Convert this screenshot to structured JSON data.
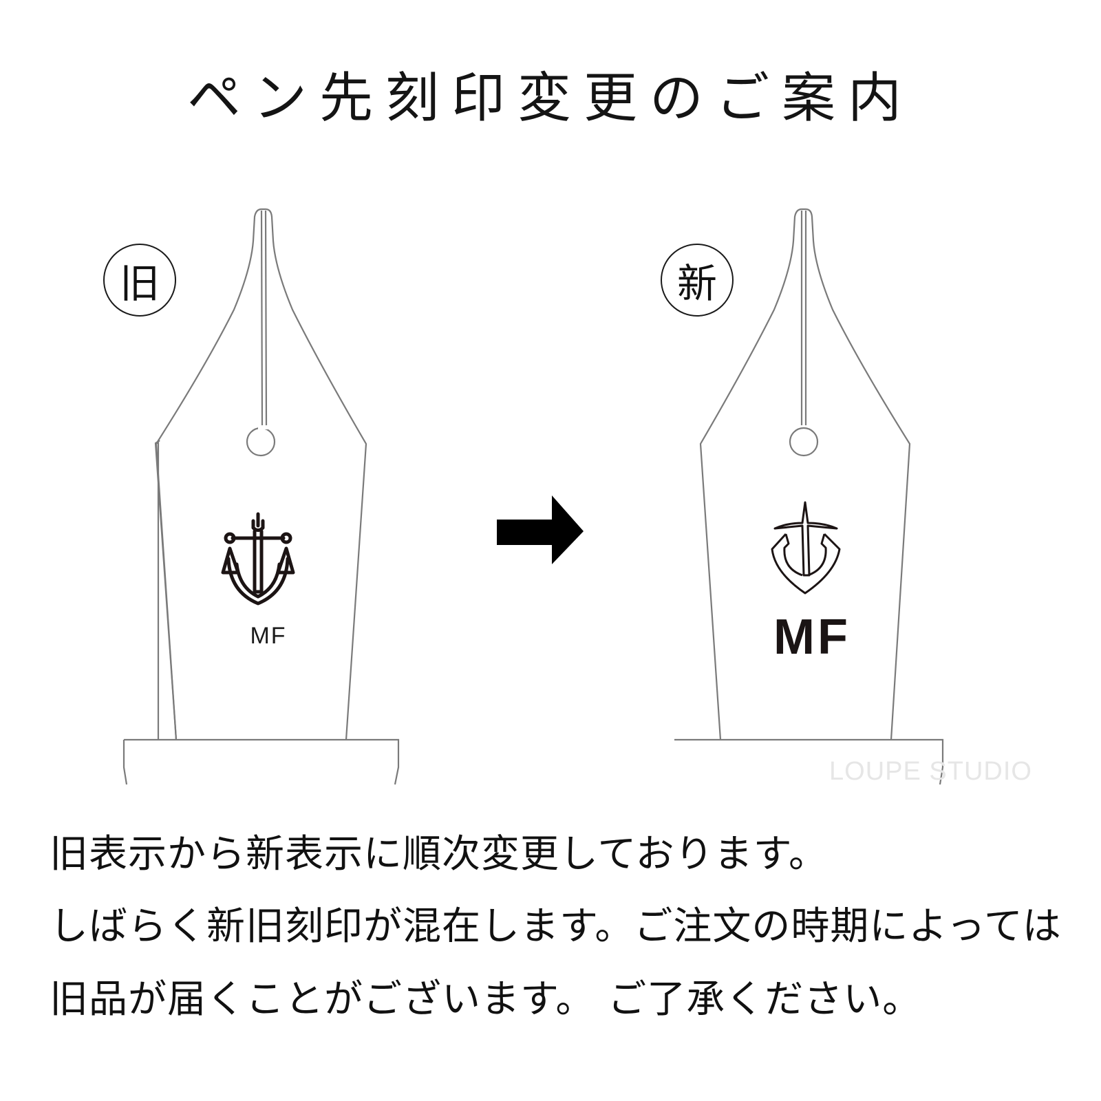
{
  "title": "ペン先刻印変更のご案内",
  "old_nib": {
    "badge": "旧",
    "emblem": "anchor-icon",
    "grade_label": "MF"
  },
  "new_nib": {
    "badge": "新",
    "emblem": "trident-shield-icon",
    "grade_label": "MF"
  },
  "arrow": "right-arrow-icon",
  "watermark": "LOUPE STUDIO",
  "notice": {
    "lines": [
      "旧表示から新表示に順次変更しております。",
      "しばらく新旧刻印が混在します。ご注文の時期によっては",
      "旧品が届くことがございます。 ご了承ください。"
    ]
  },
  "colors": {
    "outline": "#7a7a7a",
    "text": "#111111",
    "background": "#ffffff"
  }
}
